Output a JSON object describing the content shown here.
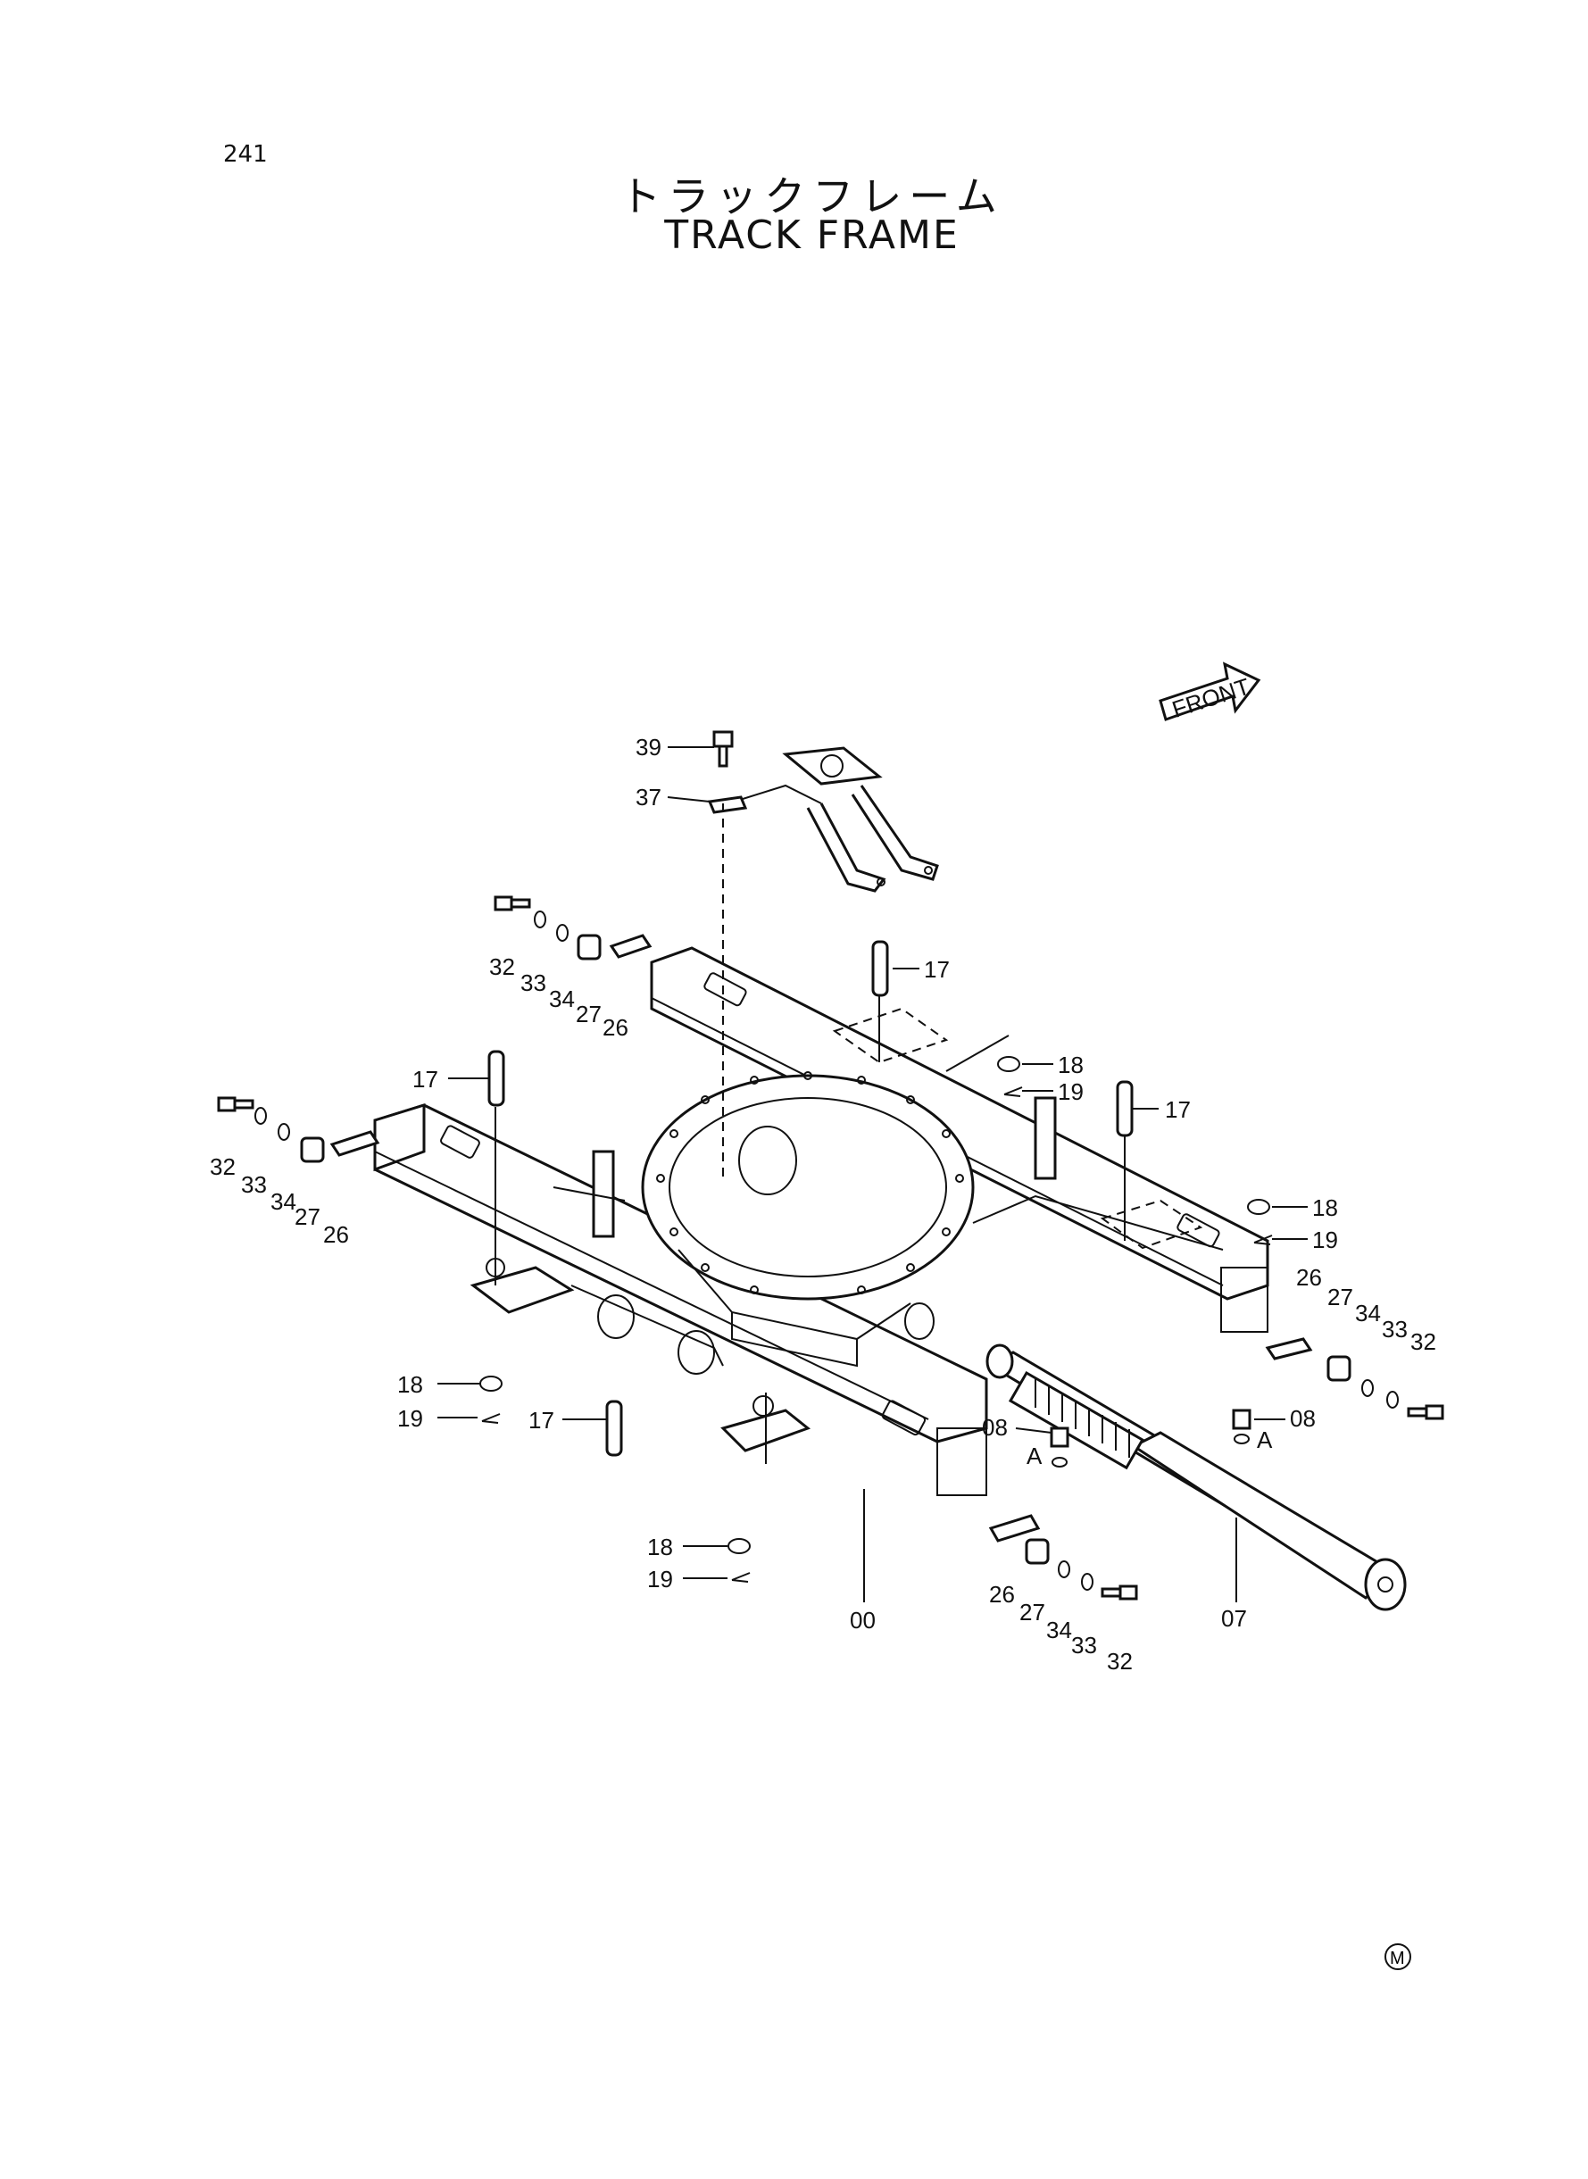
{
  "page": {
    "number": "241",
    "title_jp": "トラックフレーム",
    "title_en": "TRACK FRAME",
    "front_label": "FRONT",
    "mark": "M"
  },
  "callouts": [
    "39",
    "37",
    "17",
    "32",
    "33",
    "34",
    "27",
    "26",
    "32",
    "33",
    "34",
    "27",
    "26",
    "17",
    "18",
    "19",
    "17",
    "18",
    "19",
    "26",
    "27",
    "34",
    "33",
    "32",
    "18",
    "19",
    "17",
    "08",
    "A",
    "08",
    "A",
    "18",
    "19",
    "00",
    "26",
    "27",
    "34",
    "33",
    "32",
    "07"
  ]
}
